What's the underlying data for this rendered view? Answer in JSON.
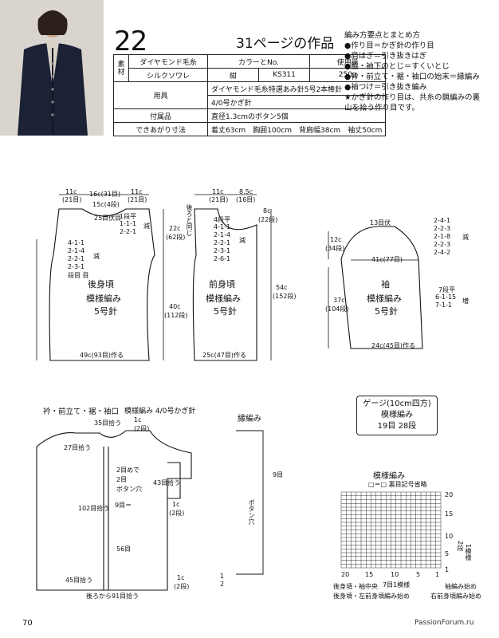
{
  "header": {
    "number": "22",
    "title": "31ページの作品"
  },
  "spec": {
    "material_label": "素材",
    "yarn_maker": "ダイヤモンド毛糸",
    "color_no_label": "カラーとNo.",
    "usage_label": "使用量",
    "yarn_name": "シルクソワレ",
    "color": "紺",
    "color_no": "KS311",
    "amount": "250g",
    "tools_label": "用具",
    "tools_1": "ダイヤモンド毛糸特選あみ針5号2本棒針",
    "tools_2": "4/0号かぎ針",
    "accessories_label": "付属品",
    "accessories": "直径1.3cmのボタン5個",
    "finished_label": "できあがり寸法",
    "finished": "着丈63cm　胸囲100cm　背肩幅38cm　袖丈50cm"
  },
  "notes": {
    "title": "編み方要点とまとめ方",
    "lines": [
      "●作り目＝かぎ針の作り目",
      "●肩はぎ＝引き抜きはぎ",
      "●脇・袖下のとじ＝すくいとじ",
      "●衿・前立て・裾・袖口の始末＝縁編み",
      "●袖つけ＝引き抜き編み",
      "★かぎ針の作り目は、共糸の鎖編みの裏",
      "山を拾う作り目です。"
    ]
  },
  "back": {
    "name": "後身頃",
    "pattern": "模様編み",
    "needle": "5号針",
    "top_l": "11c",
    "top_ls": "(21目)",
    "top_m": "16c(31目)",
    "top_r": "11c",
    "top_rs": "(21目)",
    "neck": "15c(4段)",
    "neck_bind": "25目伏目",
    "dec_1": "1段平",
    "dec_2": "1-1-1",
    "dec_3": "2-2-1",
    "dec_l": "減",
    "arm_1": "4-1-1",
    "arm_2": "2-1-4",
    "arm_3": "2-2-1",
    "arm_4": "2-3-1",
    "arm_5": "段目 目",
    "arm_dec": "減",
    "armh": "22c",
    "armh_s": "(62段)",
    "body_h": "40c",
    "body_hs": "(112段)",
    "bottom": "49c(93目)作る"
  },
  "front": {
    "name": "前身頃",
    "pattern": "模様編み",
    "needle": "5号針",
    "top_l": "11c",
    "top_ls": "(21目)",
    "top_r": "8.5c",
    "top_rs": "(16目)",
    "side": "8c",
    "side_s": "(22段)",
    "same_back": "後ろと同じ",
    "n_1": "4段平",
    "n_2": "4-1-1",
    "n_3": "2-1-4",
    "n_4": "2-2-1",
    "n_5": "2-3-1",
    "n_6": "2-6-1",
    "n_dec": "減",
    "total": "54c",
    "total_s": "(152段)",
    "bottom": "25c(47目)作る"
  },
  "sleeve": {
    "name": "袖",
    "pattern": "模様編み",
    "needle": "5号針",
    "top": "13目伏",
    "cap_1": "2-4-1",
    "cap_2": "2-2-3",
    "cap_3": "2-1-8",
    "cap_4": "2-2-3",
    "cap_5": "2-4-2",
    "cap_dec": "減",
    "cap_h": "12c",
    "cap_hs": "(34段)",
    "width": "41c(77目)",
    "len": "37c",
    "len_s": "(104段)",
    "inc_1": "7段平",
    "inc_2": "6-1-15",
    "inc_3": "7-1-1",
    "inc": "増",
    "bottom": "24c(45目)作る"
  },
  "edging": {
    "title": "衿・前立て・裾・袖口",
    "sub": "模様編み 4/0号かぎ針",
    "neck": "35目拾う",
    "c1": "1c",
    "c1s": "(2段)",
    "front_top": "27目拾う",
    "n2": "2目めで",
    "n3": "2目",
    "hole": "ボタン穴",
    "sleeve": "43目拾う",
    "front": "102目拾う",
    "nine": "9目＝",
    "c2": "1c",
    "c2s": "(2段)",
    "side": "56目",
    "bottom": "45目拾う",
    "c3": "1c",
    "c3s": "(2段)",
    "back": "後ろから91目拾う"
  },
  "edge_stitch": {
    "title": "縁編み",
    "nine": "9目",
    "hole": "ボタン穴",
    "one": "1",
    "two": "2"
  },
  "gauge": {
    "title": "ゲージ(10cm四方)",
    "pattern": "模様編み",
    "value": "19目 28段"
  },
  "chart": {
    "title": "模様編み",
    "legend": "□＝□ 裏目記号省略",
    "row_20": "20",
    "row_15": "15",
    "row_10": "10",
    "row_5": "5",
    "row_1": "1",
    "col_20": "20",
    "col_15": "15",
    "col_10": "10",
    "col_5": "5",
    "col_1": "1",
    "rep_2": "2段",
    "rep_1": "1模様",
    "repeat_7": "7目1模様",
    "note_1": "後身頃・袖中央",
    "note_2": "後身頃・左前身頃編み始め",
    "note_3": "右前身頃編み始め",
    "note_4": "袖編み始め",
    "rep_row": "2段",
    "rep_row2": "1"
  },
  "footer": {
    "page": "70",
    "credit": "PassionForum.ru"
  }
}
